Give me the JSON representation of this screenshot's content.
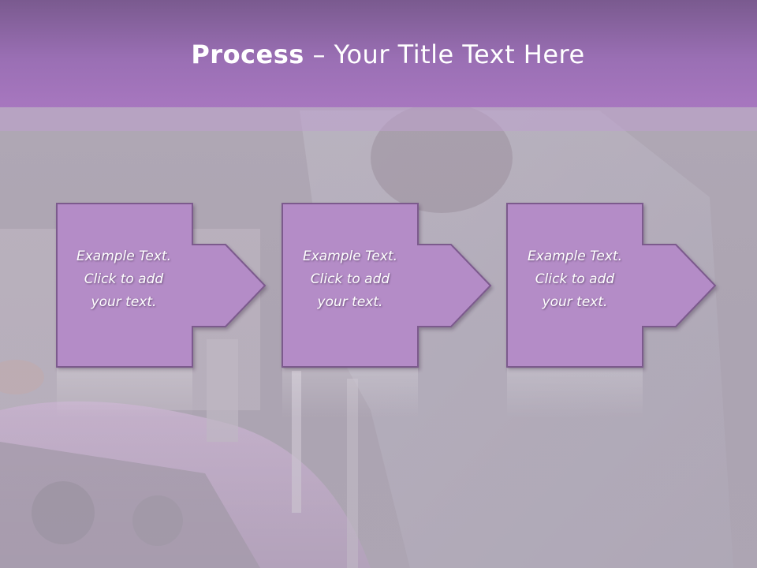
{
  "title": {
    "bold": "Process",
    "rest": " – Your Title Text Here"
  },
  "steps": [
    {
      "text": "Example Text.\nClick  to add\nyour text."
    },
    {
      "text": "Example Text.\nClick  to add\nyour text."
    },
    {
      "text": "Example Text.\nClick  to add\nyour text."
    }
  ],
  "colors": {
    "title_bar": "#9a6fb4",
    "box_fill": "#b58dc8",
    "box_border": "#7c5a8c"
  }
}
